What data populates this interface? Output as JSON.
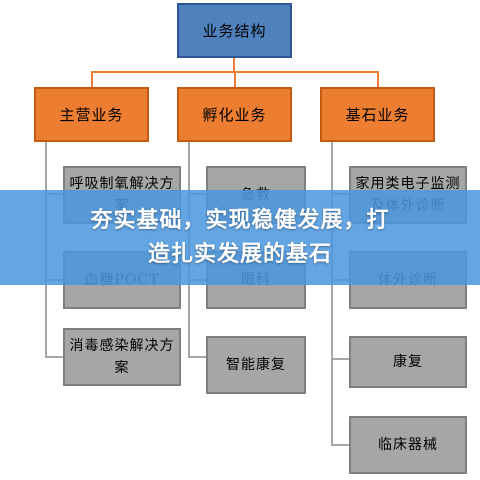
{
  "diagram": {
    "root": "业务结构",
    "branches": [
      {
        "label": "主营业务",
        "children": [
          "呼吸制氧解决方案",
          "血糖POCT",
          "消毒感染解决方案"
        ]
      },
      {
        "label": "孵化业务",
        "children": [
          "急救",
          "眼科",
          "智能康复"
        ]
      },
      {
        "label": "基石业务",
        "children": [
          "家用类电子监测及体外诊断",
          "体外诊断",
          "康复",
          "临床器械"
        ]
      }
    ]
  },
  "banner": {
    "line1": "夯实基础，实现稳健发展，打",
    "line2": "造扎实发展的基石"
  },
  "colors": {
    "root": "#4f81bd",
    "branch": "#ed7d31",
    "leaf": "#a6a6a6",
    "banner": "#4a96de"
  }
}
